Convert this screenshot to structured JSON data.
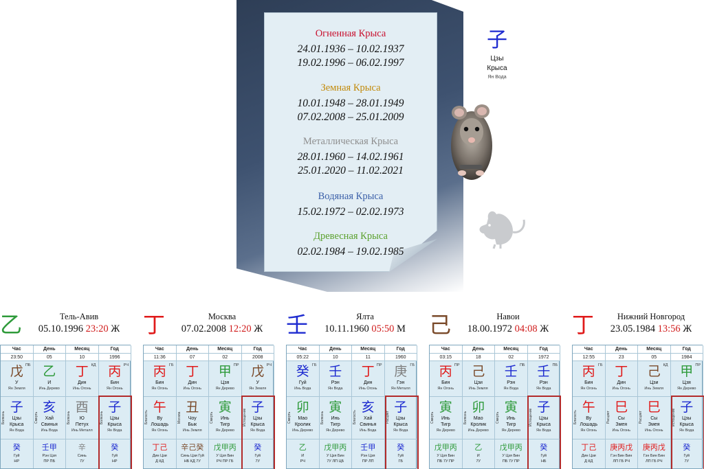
{
  "colors": {
    "wood": "#2e9a3a",
    "fire": "#e01a1a",
    "earth": "#7a4a2a",
    "metal": "#808080",
    "water": "#1e2bd0",
    "fire_rat": "#c8102e",
    "earth_rat": "#c28a0a",
    "metal_rat": "#8e8e8e",
    "water_rat": "#3a5fa8",
    "wood_rat": "#5aa02c"
  },
  "card": {
    "entries": [
      {
        "name": "Огненная Крыса",
        "color": "#c8102e",
        "dates": [
          "24.01.1936 – 10.02.1937",
          "19.02.1996 – 06.02.1997"
        ]
      },
      {
        "name": "Земная Крыса",
        "color": "#c28a0a",
        "dates": [
          "10.01.1948 – 28.01.1949",
          "07.02.2008 – 25.01.2009"
        ]
      },
      {
        "name": "Металлическая Крыса",
        "color": "#8e8e8e",
        "dates": [
          "28.01.1960 – 14.02.1961",
          "25.01.2020 – 11.02.2021"
        ]
      },
      {
        "name": "Водяная Крыса",
        "color": "#3a5fa8",
        "dates": [
          "15.02.1972 – 02.02.1973"
        ]
      },
      {
        "name": "Древесная Крыса",
        "color": "#5aa02c",
        "dates": [
          "02.02.1984 – 19.02.1985"
        ]
      }
    ]
  },
  "sign": {
    "char": "子",
    "pinyin": "Цзы",
    "name": "Крыса",
    "element": "Ян Вода"
  },
  "headers": {
    "hour": "Час",
    "day": "День",
    "month": "Месяц",
    "year": "Год"
  },
  "charts": [
    {
      "stem_char": "乙",
      "stem_color": "#2e9a3a",
      "city": "Тель-Авив",
      "date": "05.10.1996",
      "time": "23:20",
      "sex": "Ж",
      "cols": [
        {
          "num": "23:50",
          "stem": {
            "c": "戊",
            "col": "#7a4a2a",
            "p": "У",
            "e": "Ян Земля",
            "tag": "ПБ"
          },
          "branch": {
            "c": "子",
            "col": "#1e2bd0",
            "p": "Цзы",
            "a": "Крыса",
            "e": "Ян Вода",
            "side": "Болезнь"
          },
          "hid": {
            "g": "癸",
            "gc": "#1e2bd0",
            "names": "Гуй",
            "rel": "НР"
          }
        },
        {
          "num": "05",
          "stem": {
            "c": "乙",
            "col": "#2e9a3a",
            "p": "И",
            "e": "Инь Дерево",
            "tag": ""
          },
          "branch": {
            "c": "亥",
            "col": "#1e2bd0",
            "p": "Хай",
            "a": "Свинья",
            "e": "Инь Вода",
            "side": "Смерть"
          },
          "hid": {
            "g": "壬甲",
            "gc": "#1e2bd0",
            "names": "Рэн Цзя",
            "rel": "ПР ПБ"
          }
        },
        {
          "num": "10",
          "stem": {
            "c": "丁",
            "col": "#e01a1a",
            "p": "Дин",
            "e": "Инь Огонь",
            "tag": "КД"
          },
          "branch": {
            "c": "酉",
            "col": "#808080",
            "p": "Ю",
            "a": "Петух",
            "e": "Инь Металл",
            "side": "Болезнь"
          },
          "hid": {
            "g": "辛",
            "gc": "#808080",
            "names": "Синь",
            "rel": "7У"
          }
        },
        {
          "num": "1996",
          "stem": {
            "c": "丙",
            "col": "#e01a1a",
            "p": "Бин",
            "e": "Ян Огонь",
            "tag": "РЧ"
          },
          "branch": {
            "c": "子",
            "col": "#1e2bd0",
            "p": "Цзы",
            "a": "Крыса",
            "e": "Ян Вода",
            "side": "Болезнь"
          },
          "hid": {
            "g": "癸",
            "gc": "#1e2bd0",
            "names": "Гуй",
            "rel": "НР"
          }
        }
      ]
    },
    {
      "stem_char": "丁",
      "stem_color": "#e01a1a",
      "city": "Москва",
      "date": "07.02.2008",
      "time": "12:20",
      "sex": "Ж",
      "cols": [
        {
          "num": "11:36",
          "stem": {
            "c": "丙",
            "col": "#e01a1a",
            "p": "Бин",
            "e": "Ян Огонь",
            "tag": "ГБ"
          },
          "branch": {
            "c": "午",
            "col": "#e01a1a",
            "p": "Ву",
            "a": "Лошадь",
            "e": "Ян Огонь",
            "side": "Благость"
          },
          "hid": {
            "g": "丁己",
            "gc": "#e01a1a",
            "names": "Дин Цзи",
            "rel": "Д КД"
          }
        },
        {
          "num": "07",
          "stem": {
            "c": "丁",
            "col": "#e01a1a",
            "p": "Дин",
            "e": "Инь Огонь",
            "tag": ""
          },
          "branch": {
            "c": "丑",
            "col": "#7a4a2a",
            "p": "Чоу",
            "a": "Бык",
            "e": "Инь Земля",
            "side": "Могила"
          },
          "hid": {
            "g": "辛己癸",
            "gc": "#7a4a2a",
            "names": "Синь Цзи Гуй",
            "rel": "НБ КД 7У"
          }
        },
        {
          "num": "02",
          "stem": {
            "c": "甲",
            "col": "#2e9a3a",
            "p": "Цзя",
            "e": "Ян Дерево",
            "tag": "ПР"
          },
          "branch": {
            "c": "寅",
            "col": "#2e9a3a",
            "p": "Инь",
            "a": "Тигр",
            "e": "Ян Дерево",
            "side": "Смерть"
          },
          "hid": {
            "g": "戊甲丙",
            "gc": "#2e9a3a",
            "names": "У Цзя Бин",
            "rel": "РЧ ПР ГБ"
          }
        },
        {
          "num": "2008",
          "stem": {
            "c": "戊",
            "col": "#7a4a2a",
            "p": "У",
            "e": "Ян Земля",
            "tag": "РЧ"
          },
          "branch": {
            "c": "子",
            "col": "#1e2bd0",
            "p": "Цзы",
            "a": "Крыса",
            "e": "Ян Вода",
            "side": "Истощение"
          },
          "hid": {
            "g": "癸",
            "gc": "#1e2bd0",
            "names": "Гуй",
            "rel": "7У"
          }
        }
      ]
    },
    {
      "stem_char": "壬",
      "stem_color": "#1e2bd0",
      "city": "Ялта",
      "date": "10.11.1960",
      "time": "05:50",
      "sex": "М",
      "cols": [
        {
          "num": "05:22",
          "stem": {
            "c": "癸",
            "col": "#1e2bd0",
            "p": "Гуй",
            "e": "Инь Вода",
            "tag": "ГБ"
          },
          "branch": {
            "c": "卯",
            "col": "#2e9a3a",
            "p": "Мао",
            "a": "Кролик",
            "e": "Инь Дерево",
            "side": "Смерть"
          },
          "hid": {
            "g": "乙",
            "gc": "#2e9a3a",
            "names": "И",
            "rel": "РЧ"
          }
        },
        {
          "num": "10",
          "stem": {
            "c": "壬",
            "col": "#1e2bd0",
            "p": "Рэн",
            "e": "Ян Вода",
            "tag": ""
          },
          "branch": {
            "c": "寅",
            "col": "#2e9a3a",
            "p": "Инь",
            "a": "Тигр",
            "e": "Ян Дерево",
            "side": "Болезнь"
          },
          "hid": {
            "g": "戊甲丙",
            "gc": "#2e9a3a",
            "names": "У Цзя Бин",
            "rel": "7У ЛП ЦБ"
          }
        },
        {
          "num": "11",
          "stem": {
            "c": "丁",
            "col": "#e01a1a",
            "p": "Дин",
            "e": "Инь Огонь",
            "tag": "ПР"
          },
          "branch": {
            "c": "亥",
            "col": "#1e2bd0",
            "p": "Хай",
            "a": "Свинья",
            "e": "Инь Вода",
            "side": "Благость"
          },
          "hid": {
            "g": "壬甲",
            "gc": "#1e2bd0",
            "names": "Рэн Цзя",
            "rel": "ПР ЛП"
          }
        },
        {
          "num": "1960",
          "stem": {
            "c": "庚",
            "col": "#808080",
            "p": "Гэн",
            "e": "Ян Металл",
            "tag": "ГБ"
          },
          "branch": {
            "c": "子",
            "col": "#1e2bd0",
            "p": "Цзы",
            "a": "Крыса",
            "e": "Ян Вода",
            "side": "Расцвет"
          },
          "hid": {
            "g": "癸",
            "gc": "#1e2bd0",
            "names": "Гуй",
            "rel": "ГБ"
          }
        }
      ]
    },
    {
      "stem_char": "己",
      "stem_color": "#7a4a2a",
      "city": "Навои",
      "date": "18.00.1972",
      "time": "04:08",
      "sex": "Ж",
      "cols": [
        {
          "num": "03:15",
          "stem": {
            "c": "丙",
            "col": "#e01a1a",
            "p": "Бин",
            "e": "Ян Огонь",
            "tag": "ПР"
          },
          "branch": {
            "c": "寅",
            "col": "#2e9a3a",
            "p": "Инь",
            "a": "Тигр",
            "e": "Ян Дерево",
            "side": "Смерть"
          },
          "hid": {
            "g": "戊甲丙",
            "gc": "#2e9a3a",
            "names": "У Цзя Бин",
            "rel": "ПБ 7У ПР"
          }
        },
        {
          "num": "18",
          "stem": {
            "c": "己",
            "col": "#7a4a2a",
            "p": "Цзи",
            "e": "Инь Земля",
            "tag": ""
          },
          "branch": {
            "c": "卯",
            "col": "#2e9a3a",
            "p": "Мао",
            "a": "Кролик",
            "e": "Инь Дерево",
            "side": "Болезнь"
          },
          "hid": {
            "g": "乙",
            "gc": "#2e9a3a",
            "names": "И",
            "rel": "7У"
          }
        },
        {
          "num": "02",
          "stem": {
            "c": "壬",
            "col": "#1e2bd0",
            "p": "Рэн",
            "e": "Ян Вода",
            "tag": "ПБ"
          },
          "branch": {
            "c": "寅",
            "col": "#2e9a3a",
            "p": "Инь",
            "a": "Тигр",
            "e": "Ян Дерево",
            "side": "Смерть"
          },
          "hid": {
            "g": "戊甲丙",
            "gc": "#2e9a3a",
            "names": "У Цзя Бин",
            "rel": "ПБ 7У ПР"
          }
        },
        {
          "num": "1972",
          "stem": {
            "c": "壬",
            "col": "#1e2bd0",
            "p": "Рэн",
            "e": "Ян Вода",
            "tag": "ПБ"
          },
          "branch": {
            "c": "子",
            "col": "#1e2bd0",
            "p": "Цзы",
            "a": "Крыса",
            "e": "Ян Вода",
            "side": "Истощение"
          },
          "hid": {
            "g": "癸",
            "gc": "#1e2bd0",
            "names": "Гуй",
            "rel": "НБ"
          }
        }
      ]
    },
    {
      "stem_char": "丁",
      "stem_color": "#e01a1a",
      "city": "Нижний Новгород",
      "date": "23.05.1984",
      "time": "13:56",
      "sex": "Ж",
      "cols": [
        {
          "num": "12:55",
          "stem": {
            "c": "丙",
            "col": "#e01a1a",
            "p": "Бин",
            "e": "Ян Огонь",
            "tag": "ГБ"
          },
          "branch": {
            "c": "午",
            "col": "#e01a1a",
            "p": "Ву",
            "a": "Лошадь",
            "e": "Ян Огонь",
            "side": "Благость"
          },
          "hid": {
            "g": "丁己",
            "gc": "#e01a1a",
            "names": "Дин Цзи",
            "rel": "Д КД"
          }
        },
        {
          "num": "23",
          "stem": {
            "c": "丁",
            "col": "#e01a1a",
            "p": "Дин",
            "e": "Инь Огонь",
            "tag": ""
          },
          "branch": {
            "c": "巳",
            "col": "#e01a1a",
            "p": "Сы",
            "a": "Змея",
            "e": "Инь Огонь",
            "side": "Расцвет"
          },
          "hid": {
            "g": "庚丙戊",
            "gc": "#e01a1a",
            "names": "Гэн Бин Бин",
            "rel": "ЛП ГБ РЧ"
          }
        },
        {
          "num": "05",
          "stem": {
            "c": "己",
            "col": "#7a4a2a",
            "p": "Цзи",
            "e": "Инь Земля",
            "tag": "КД"
          },
          "branch": {
            "c": "巳",
            "col": "#e01a1a",
            "p": "Сы",
            "a": "Змея",
            "e": "Инь Огонь",
            "side": "Расцвет"
          },
          "hid": {
            "g": "庚丙戊",
            "gc": "#e01a1a",
            "names": "Гэн Бин Бин",
            "rel": "ЛП ГБ РЧ"
          }
        },
        {
          "num": "1984",
          "stem": {
            "c": "甲",
            "col": "#2e9a3a",
            "p": "Цзя",
            "e": "Ян Дерево",
            "tag": "ПР"
          },
          "branch": {
            "c": "子",
            "col": "#1e2bd0",
            "p": "Цзы",
            "a": "Крыса",
            "e": "Ян Вода",
            "side": "Истощение"
          },
          "hid": {
            "g": "癸",
            "gc": "#1e2bd0",
            "names": "Гуй",
            "rel": "7У"
          }
        }
      ]
    }
  ]
}
